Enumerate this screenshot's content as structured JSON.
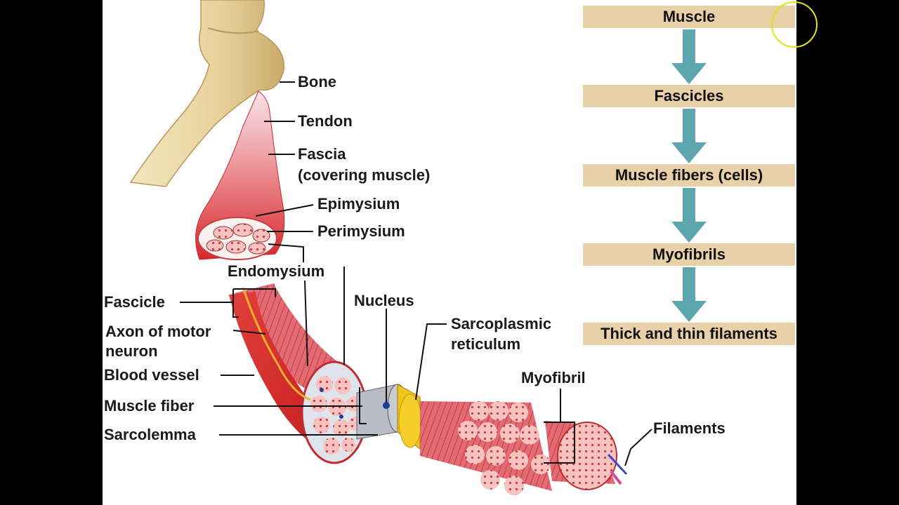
{
  "labels": {
    "bone": "Bone",
    "tendon": "Tendon",
    "fascia_line1": "Fascia",
    "fascia_line2": "(covering muscle)",
    "epimysium": "Epimysium",
    "perimysium": "Perimysium",
    "endomysium": "Endomysium",
    "fascicle": "Fascicle",
    "axon_line1": "Axon of motor",
    "axon_line2": "neuron",
    "blood_vessel": "Blood vessel",
    "muscle_fiber": "Muscle fiber",
    "sarcolemma": "Sarcolemma",
    "nucleus": "Nucleus",
    "sr_line1": "Sarcoplasmic",
    "sr_line2": "reticulum",
    "myofibril": "Myofibril",
    "filaments": "Filaments"
  },
  "hierarchy": [
    "Muscle",
    "Fascicles",
    "Muscle fibers (cells)",
    "Myofibrils",
    "Thick and thin filaments"
  ],
  "colors": {
    "flow_box": "#e8d0a9",
    "flow_arrow": "#5ea6ae",
    "muscle": "#d8282a",
    "bone": "#ead9a8",
    "cursor_ring": "#e6e21a"
  }
}
